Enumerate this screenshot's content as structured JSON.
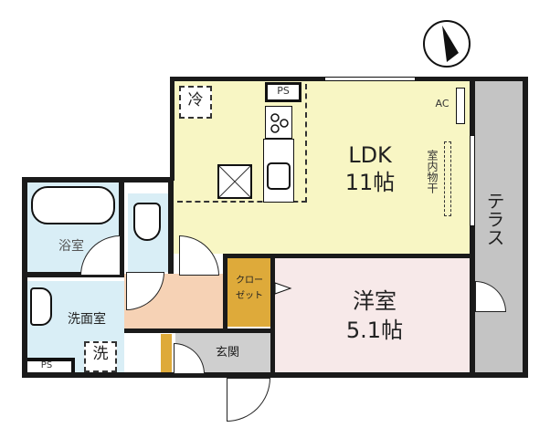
{
  "floorplan": {
    "rooms": {
      "ldk": {
        "name": "LDK",
        "size": "11帖",
        "color": "#f8f6c4"
      },
      "western": {
        "name": "洋室",
        "size": "5.1帖",
        "color": "#f7e9e9"
      },
      "bath": {
        "name": "浴室",
        "color": "#d9eef6"
      },
      "washroom": {
        "name": "洗面室",
        "color": "#d9eef6"
      },
      "toilet": {
        "color": "#d9eef6"
      },
      "hallway": {
        "color": "#f6d2b5"
      },
      "entrance": {
        "name": "玄関",
        "color": "#cfcfcf"
      },
      "closet": {
        "name_line1": "クロー",
        "name_line2": "ゼット",
        "color": "#deaa3a"
      },
      "terrace": {
        "name": "テラス",
        "color": "#c4c4c4"
      }
    },
    "labels": {
      "ps_top": "PS",
      "ps_bottom": "PS",
      "ac": "AC",
      "indoor_drying": "室内物干",
      "fridge": "冷",
      "washer": "洗"
    },
    "compass": {
      "direction": "north-arrow"
    }
  }
}
